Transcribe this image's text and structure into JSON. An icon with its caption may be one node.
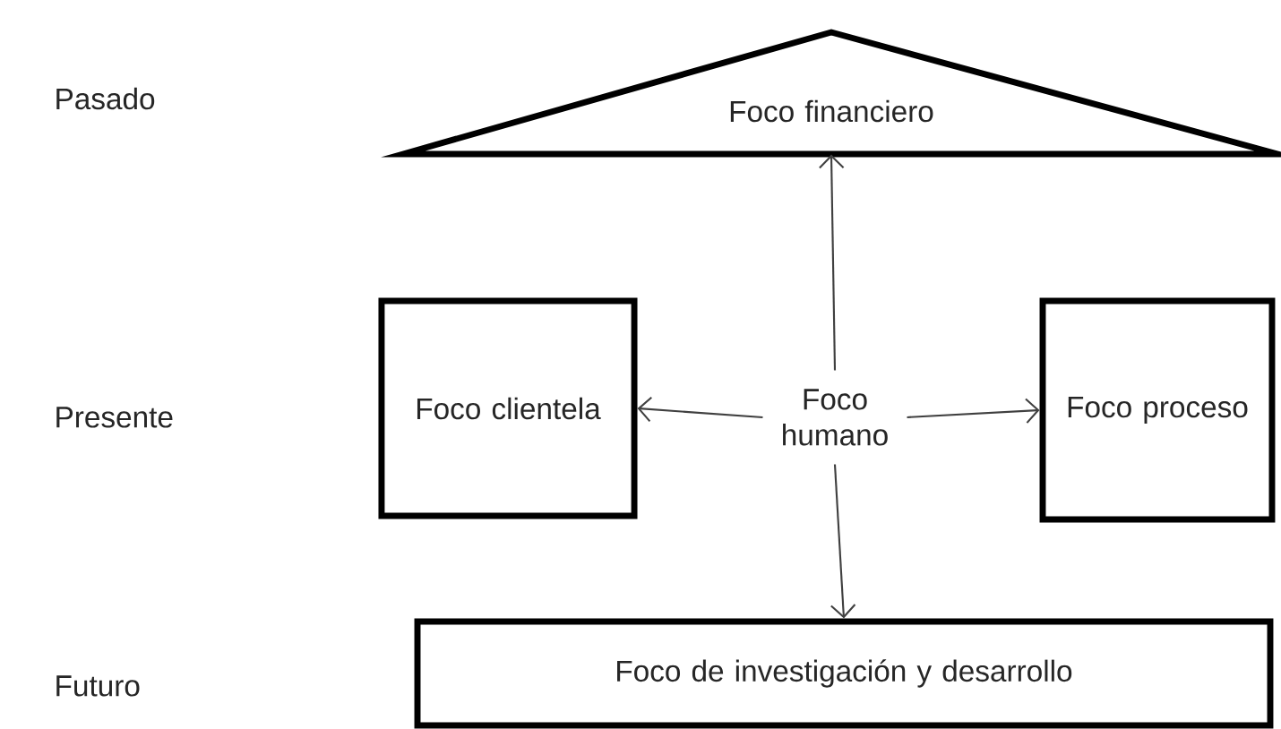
{
  "diagram": {
    "nodes": [
      {
        "text": [
          "Foco financiero"
        ]
      },
      {
        "text": [
          "Foco clientela"
        ]
      },
      {
        "text": [
          "Foco humano"
        ]
      },
      {
        "text": [
          "Foco proceso"
        ]
      },
      {
        "text": [
          "Foco de investigación y desarrollo"
        ]
      }
    ],
    "edges": [
      {
        "from": 2,
        "to": 0,
        "arrow": "to"
      },
      {
        "from": 2,
        "to": 1,
        "arrow": "to"
      },
      {
        "from": 2,
        "to": 3,
        "arrow": "to"
      },
      {
        "from": 2,
        "to": 4,
        "arrow": "to"
      }
    ],
    "labels": [
      "Pasado",
      "Presente",
      "Futuro"
    ]
  }
}
